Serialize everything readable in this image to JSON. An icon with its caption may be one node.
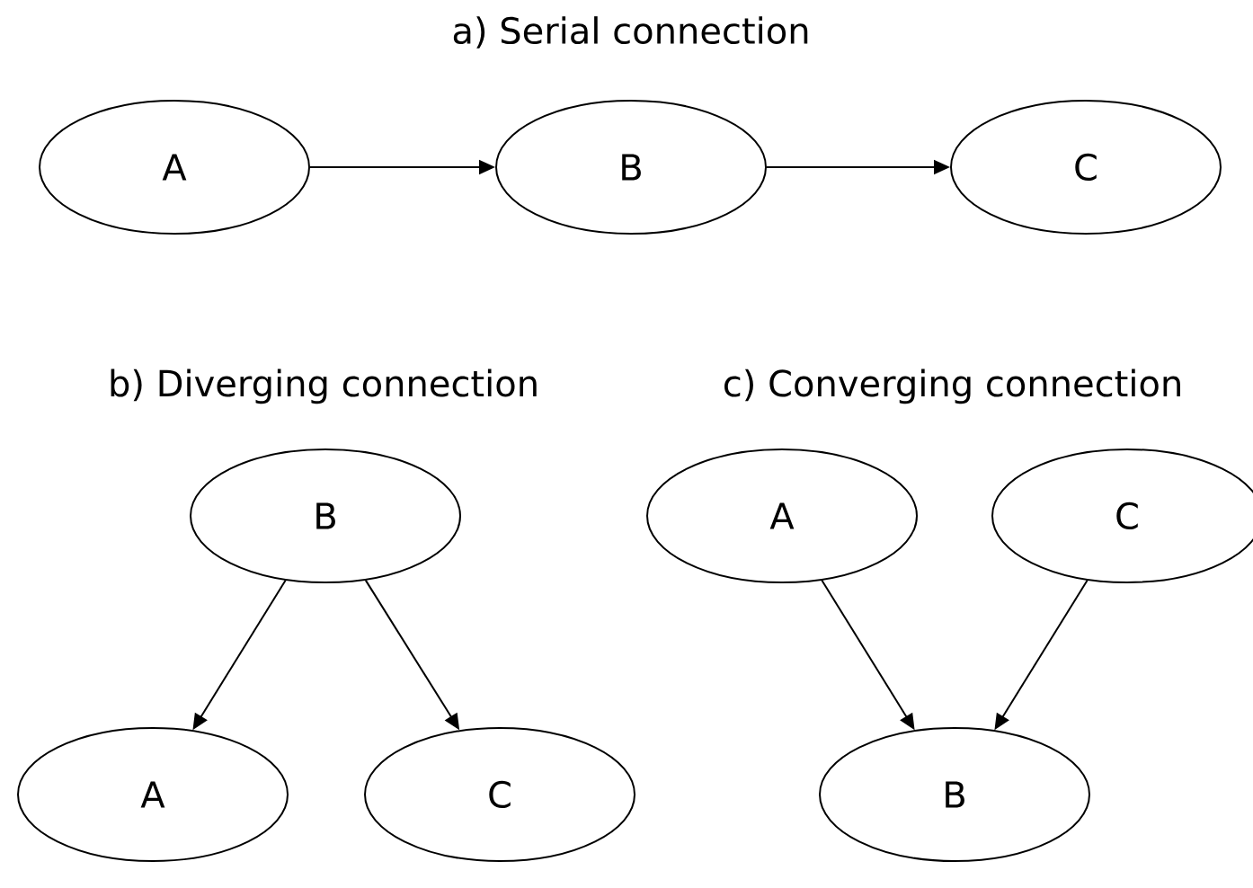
{
  "diagram": {
    "nodes": [
      {
        "text": [
          "A"
        ]
      },
      {
        "text": [
          "B"
        ]
      },
      {
        "text": [
          "C"
        ]
      },
      {
        "text": [
          "B"
        ]
      },
      {
        "text": [
          "A"
        ]
      },
      {
        "text": [
          "C"
        ]
      },
      {
        "text": [
          "A"
        ]
      },
      {
        "text": [
          "C"
        ]
      },
      {
        "text": [
          "B"
        ]
      }
    ],
    "edges": [
      {
        "from": 0,
        "to": 1,
        "arrow": "to"
      },
      {
        "from": 1,
        "to": 2,
        "arrow": "to"
      },
      {
        "from": 3,
        "to": 4,
        "arrow": "to"
      },
      {
        "from": 3,
        "to": 5,
        "arrow": "to"
      },
      {
        "from": 6,
        "to": 8,
        "arrow": "to"
      },
      {
        "from": 7,
        "to": 8,
        "arrow": "to"
      }
    ],
    "labels": [
      "a) Serial connection",
      "b) Diverging connection",
      "c) Converging connection"
    ]
  }
}
